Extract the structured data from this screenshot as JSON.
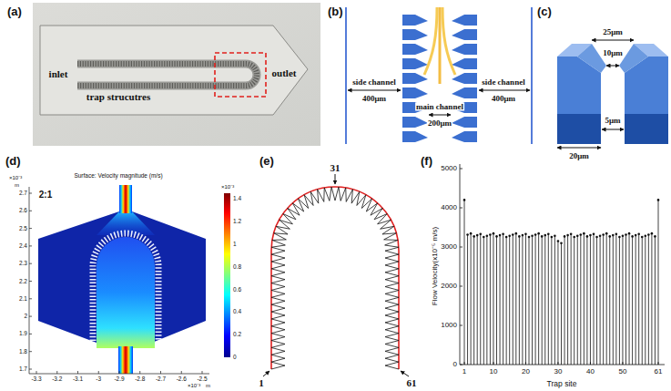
{
  "diagram": {
    "labels": [
      "(a)",
      "inlet",
      "trap strucutres",
      "outlet",
      "(b)",
      "side channel",
      "400μm",
      "main channel",
      "200μm",
      "side channel",
      "400μm",
      "(c)",
      "25μm",
      "10μm",
      "5μm",
      "20μm",
      "(d)",
      "Surface: Velocity magnitude (m/s)",
      "2:1",
      "×10⁻³",
      "m",
      "2.7",
      "2.6",
      "2.5",
      "2.4",
      "2.3",
      "2.2",
      "2.1",
      "2",
      "1.9",
      "1.8",
      "1.7",
      "-3.3",
      "-3.2",
      "-3.1",
      "-3",
      "-2.9",
      "-2.8",
      "-2.7",
      "-2.6",
      "-2.5",
      "×10⁻³",
      "m",
      "×10⁻³",
      "1.4",
      "1.2",
      "1",
      "0.8",
      "0.6",
      "0.4",
      "0.2",
      "0",
      "(e)",
      "31",
      "1",
      "61",
      "(f)",
      "Flow Velocity(x10⁻⁵ m/s)",
      "5000",
      "4000",
      "3000",
      "2000",
      "1000",
      "0",
      "1",
      "10",
      "20",
      "30",
      "40",
      "50",
      "61",
      "Trap site"
    ]
  }
}
